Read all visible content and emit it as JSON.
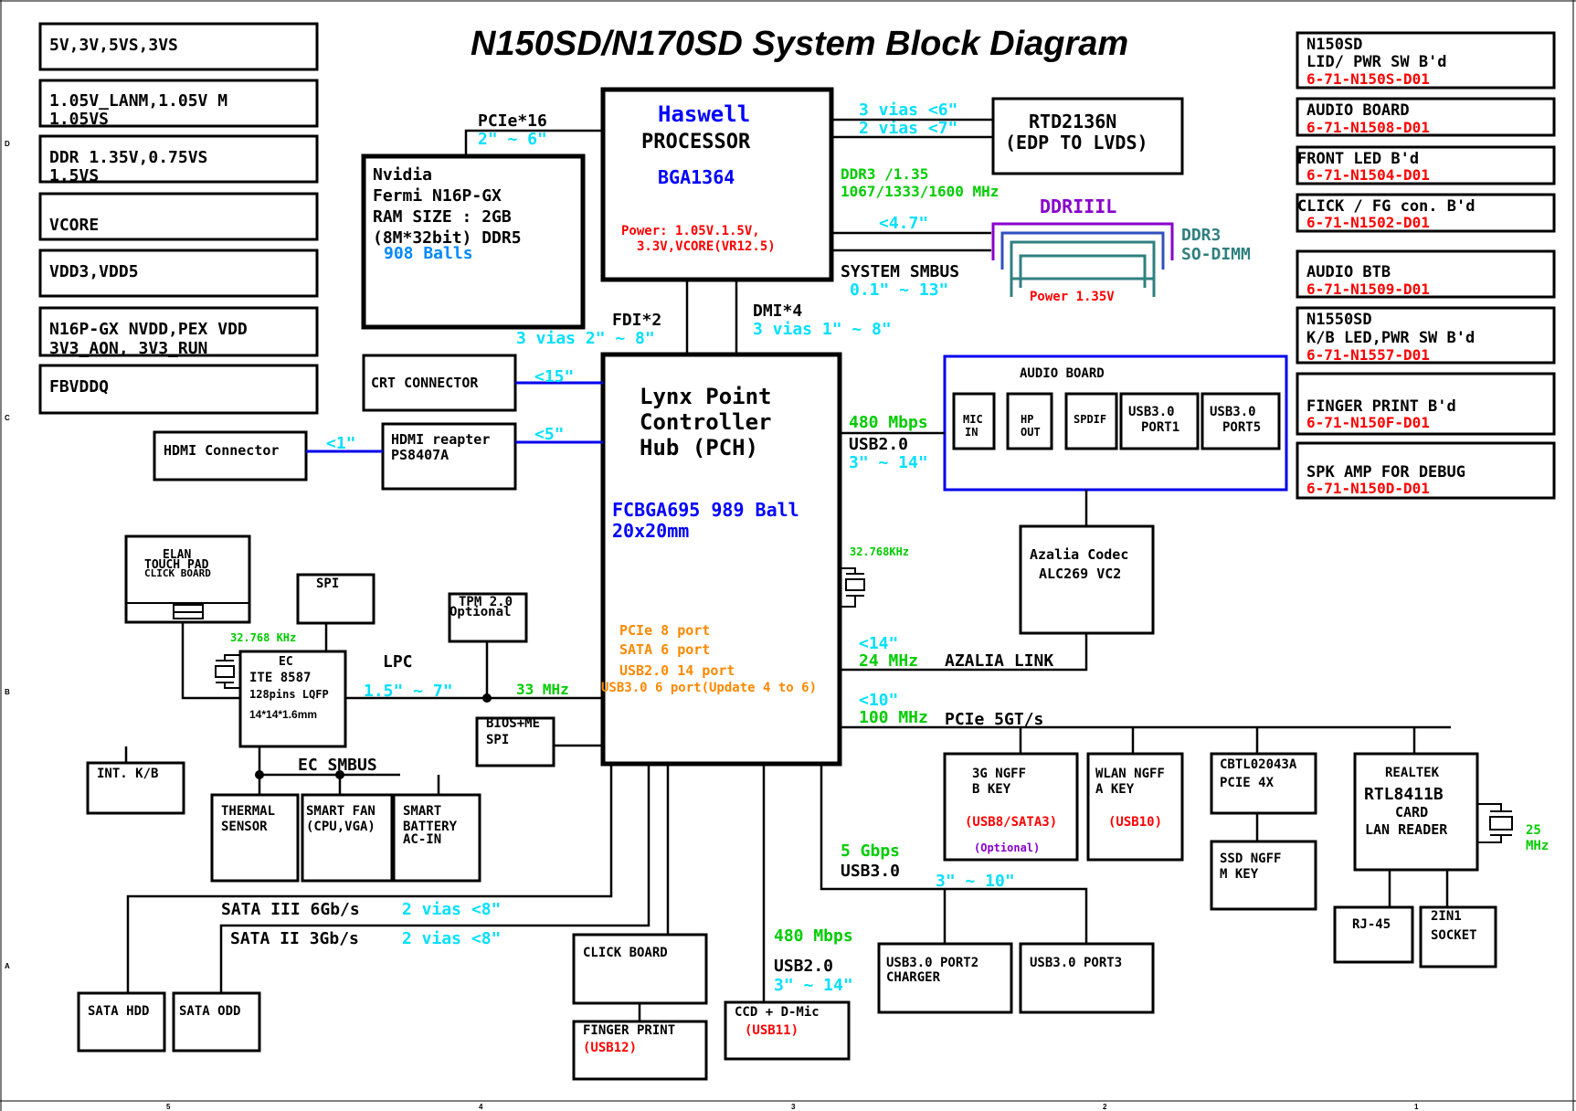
{
  "title": "N150SD/N170SD System Block Diagram",
  "power_rails": [
    "5V,3V,5VS,3VS",
    "1.05V_LANM,1.05V M",
    "1.05VS",
    "DDR 1.35V,0.75VS",
    "1.5VS",
    "VCORE",
    "VDD3,VDD5",
    "N16P-GX NVDD,PEX VDD",
    "3V3_AON, 3V3_RUN",
    "FBVDDQ"
  ],
  "cpu": {
    "name": "Haswell",
    "label": "PROCESSOR",
    "package": "BGA1364",
    "power_line1": "Power: 1.05V.1.5V,",
    "power_line2": "3.3V,VCORE(VR12.5)"
  },
  "gpu": {
    "line1": "Nvidia",
    "line2": "Fermi N16P-GX",
    "line3": "RAM SIZE : 2GB",
    "line4": "(8M*32bit) DDR5",
    "balls": "908 Balls",
    "bus": "PCIe*16",
    "bus_len": "2\" ~ 6\""
  },
  "edp": {
    "line1": "RTD2136N",
    "line2": "(EDP TO LVDS)",
    "vias1": "3 vias <6\"",
    "vias2": "2 vias <7\""
  },
  "ddr": {
    "spec1": "DDR3 /1.35",
    "spec2": "1067/1333/1600 MHz",
    "len": "<4.7\"",
    "dimm_label": "DDRIIIL",
    "socket1": "DDR3",
    "socket2": "SO-DIMM",
    "power": "Power 1.35V",
    "smbus": "SYSTEM SMBUS",
    "smbus_len": "0.1\" ~ 13\""
  },
  "links": {
    "fdi": "FDI*2",
    "fdi_len": "3 vias 2\" ~ 8\"",
    "dmi": "DMI*4",
    "dmi_len": "3 vias 1\" ~ 8\""
  },
  "pch": {
    "line1": "Lynx Point",
    "line2": "Controller",
    "line3": "Hub (PCH)",
    "pkg1": "FCBGA695 989 Ball",
    "pkg2": "20x20mm",
    "f1": "PCIe 8 port",
    "f2": "SATA 6 port",
    "f3": "USB2.0 14 port",
    "f4": "USB3.0 6 port(Update 4 to 6)"
  },
  "display": {
    "crt": "CRT CONNECTOR",
    "crt_len": "<15\"",
    "hdmi_rep1": "HDMI reapter",
    "hdmi_rep2": "PS8407A",
    "hdmi_rep_len": "<5\"",
    "hdmi_conn": "HDMI Connector",
    "hdmi_conn_len": "<1\""
  },
  "audio_board": {
    "title": "AUDIO BOARD",
    "usb_speed": "480 Mbps",
    "usb_name": "USB2.0",
    "usb_len": "3\" ~ 14\"",
    "mic1": "MIC",
    "mic2": "IN",
    "hp1": "HP",
    "hp2": "OUT",
    "spdif": "SPDIF",
    "p1a": "USB3.0",
    "p1b": "PORT1",
    "p5a": "USB3.0",
    "p5b": "PORT5"
  },
  "codec": {
    "line1": "Azalia Codec",
    "line2": "ALC269 VC2",
    "crystal": "32.768KHz",
    "len": "<14\"",
    "clk": "24 MHz",
    "link": "AZALIA LINK"
  },
  "pcie_bus": {
    "len": "<10\"",
    "clk": "100 MHz",
    "name": "PCIe 5GT/s"
  },
  "ngff_3g": {
    "line1": "3G NGFF",
    "line2": "B KEY",
    "usb": "(USB8/SATA3)",
    "opt": "(Optional)"
  },
  "wlan": {
    "line1": "WLAN NGFF",
    "line2": "A KEY",
    "usb": "(USB10)"
  },
  "cbtl": {
    "line1": "CBTL02043A",
    "line2": "PCIE 4X"
  },
  "ssd": {
    "line1": "SSD NGFF",
    "line2": "M KEY"
  },
  "realtek": {
    "line1": "REALTEK",
    "line2": "RTL8411B",
    "line3": "CARD",
    "line4": "LAN READER",
    "crystal1": "25",
    "crystal2": "MHz"
  },
  "rj45": "RJ-45",
  "socket2in1": {
    "line1": "2IN1",
    "line2": "SOCKET"
  },
  "usb3_bus": {
    "speed": "5 Gbps",
    "name": "USB3.0",
    "len": "3\" ~ 10\""
  },
  "usb3_port2": {
    "line1": "USB3.0 PORT2",
    "line2": "CHARGER"
  },
  "usb3_port3": "USB3.0 PORT3",
  "usb2_bus": {
    "speed": "480 Mbps",
    "name": "USB2.0",
    "len": "3\" ~ 14\""
  },
  "ccd": {
    "line1": "CCD + D-Mic",
    "usb": "(USB11)"
  },
  "click_board": "CLICK BOARD",
  "finger": {
    "line1": "FINGER PRINT",
    "usb": "(USB12)"
  },
  "sata3": {
    "name": "SATA III 6Gb/s",
    "vias": "2 vias <8\""
  },
  "sata2": {
    "name": "SATA II 3Gb/s",
    "vias": "2 vias <8\""
  },
  "sata_hdd": "SATA HDD",
  "sata_odd": "SATA ODD",
  "bios": {
    "line1": "BIOS+ME",
    "line2": "SPI"
  },
  "tpm": {
    "line1": "TPM 2.0",
    "line2": "Optional"
  },
  "lpc": {
    "name": "LPC",
    "len": "1.5\" ~ 7\"",
    "clk": "33 MHz"
  },
  "ec": {
    "title": "EC",
    "line1": "ITE 8587",
    "line2": "128pins LQFP",
    "line3": "14*14*1.6mm",
    "crystal": "32.768 KHz",
    "smbus": "EC SMBUS"
  },
  "spi": "SPI",
  "touchpad": {
    "line1": "ELAN",
    "line2": "TOUCH PAD",
    "line3": "CLICK BOARD"
  },
  "kb": "INT. K/B",
  "thermal": {
    "line1": "THERMAL",
    "line2": "SENSOR"
  },
  "fan": {
    "line1": "SMART FAN",
    "line2": "(CPU,VGA)"
  },
  "battery": {
    "line1": "SMART",
    "line2": "BATTERY",
    "line3": "AC-IN"
  },
  "boards": [
    {
      "line1": "N150SD",
      "line2": "LID/ PWR SW B'd",
      "pn": "6-71-N150S-D01"
    },
    {
      "line1": "AUDIO BOARD",
      "line2": "",
      "pn": "6-71-N1508-D01"
    },
    {
      "line1": "FRONT LED B'd",
      "line2": "",
      "pn": "6-71-N1504-D01"
    },
    {
      "line1": "CLICK / FG con. B'd",
      "line2": "",
      "pn": "6-71-N1502-D01"
    },
    {
      "line1": "AUDIO BTB",
      "line2": "",
      "pn": "6-71-N1509-D01"
    },
    {
      "line1": "N1550SD",
      "line2": "K/B LED,PWR SW B'd",
      "pn": "6-71-N1557-D01"
    },
    {
      "line1": "FINGER PRINT B'd",
      "line2": "",
      "pn": "6-71-N150F-D01"
    },
    {
      "line1": "SPK AMP FOR DEBUG",
      "line2": "",
      "pn": "6-71-N150D-D01"
    }
  ],
  "frame": {
    "top_marks": [
      "5",
      "4",
      "3",
      "2",
      "1"
    ],
    "side_marks": [
      "D",
      "C",
      "B",
      "A"
    ]
  }
}
